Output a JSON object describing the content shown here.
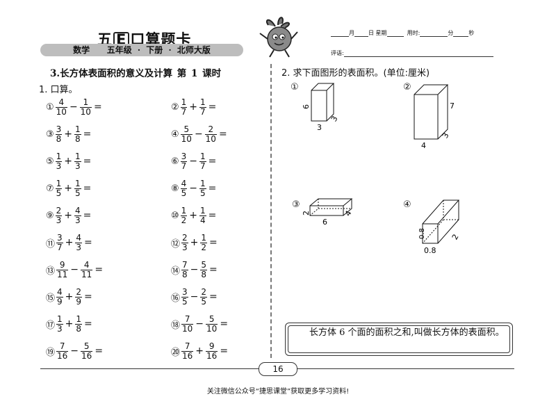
{
  "header": {
    "brand_a": "五",
    "brand_e": "E",
    "brand_b": "口算题卡",
    "subject": "数学",
    "grade": "五年级",
    "dot1": "·",
    "term": "下册",
    "dot2": "·",
    "edition": "北师大版",
    "month": "月",
    "day": "日",
    "weekday": "星期",
    "time_used": "用时:",
    "minute": "分",
    "second": "秒",
    "comment": "评语:"
  },
  "lesson_title": "3.长方体表面积的意义及计算  第 1 课时",
  "section1": {
    "title": "1. 口算。",
    "problems": [
      {
        "no": "①",
        "a": [
          "4",
          "10"
        ],
        "op": "−",
        "b": [
          "1",
          "10"
        ],
        "eq": "="
      },
      {
        "no": "②",
        "a": [
          "1",
          "7"
        ],
        "op": "+",
        "b": [
          "1",
          "7"
        ],
        "eq": "="
      },
      {
        "no": "③",
        "a": [
          "3",
          "8"
        ],
        "op": "+",
        "b": [
          "1",
          "8"
        ],
        "eq": "="
      },
      {
        "no": "④",
        "a": [
          "5",
          "10"
        ],
        "op": "−",
        "b": [
          "2",
          "10"
        ],
        "eq": "="
      },
      {
        "no": "⑤",
        "a": [
          "1",
          "3"
        ],
        "op": "+",
        "b": [
          "1",
          "3"
        ],
        "eq": "="
      },
      {
        "no": "⑥",
        "a": [
          "3",
          "7"
        ],
        "op": "−",
        "b": [
          "1",
          "7"
        ],
        "eq": "="
      },
      {
        "no": "⑦",
        "a": [
          "1",
          "5"
        ],
        "op": "+",
        "b": [
          "1",
          "5"
        ],
        "eq": "="
      },
      {
        "no": "⑧",
        "a": [
          "4",
          "5"
        ],
        "op": "−",
        "b": [
          "1",
          "5"
        ],
        "eq": "="
      },
      {
        "no": "⑨",
        "a": [
          "2",
          "3"
        ],
        "op": "+",
        "b": [
          "4",
          "3"
        ],
        "eq": "="
      },
      {
        "no": "⑩",
        "a": [
          "1",
          "2"
        ],
        "op": "+",
        "b": [
          "1",
          "4"
        ],
        "eq": "="
      },
      {
        "no": "⑪",
        "a": [
          "3",
          "7"
        ],
        "op": "+",
        "b": [
          "4",
          "3"
        ],
        "eq": "="
      },
      {
        "no": "⑫",
        "a": [
          "2",
          "3"
        ],
        "op": "+",
        "b": [
          "1",
          "2"
        ],
        "eq": "="
      },
      {
        "no": "⑬",
        "a": [
          "9",
          "11"
        ],
        "op": "−",
        "b": [
          "4",
          "11"
        ],
        "eq": "="
      },
      {
        "no": "⑭",
        "a": [
          "7",
          "8"
        ],
        "op": "−",
        "b": [
          "5",
          "8"
        ],
        "eq": "="
      },
      {
        "no": "⑮",
        "a": [
          "4",
          "9"
        ],
        "op": "+",
        "b": [
          "2",
          "9"
        ],
        "eq": "="
      },
      {
        "no": "⑯",
        "a": [
          "3",
          "5"
        ],
        "op": "−",
        "b": [
          "2",
          "5"
        ],
        "eq": "="
      },
      {
        "no": "⑰",
        "a": [
          "1",
          "3"
        ],
        "op": "+",
        "b": [
          "1",
          "8"
        ],
        "eq": "="
      },
      {
        "no": "⑱",
        "a": [
          "7",
          "10"
        ],
        "op": "−",
        "b": [
          "5",
          "10"
        ],
        "eq": "="
      },
      {
        "no": "⑲",
        "a": [
          "7",
          "16"
        ],
        "op": "−",
        "b": [
          "5",
          "16"
        ],
        "eq": "="
      },
      {
        "no": "⑳",
        "a": [
          "7",
          "16"
        ],
        "op": "+",
        "b": [
          "9",
          "16"
        ],
        "eq": "="
      }
    ]
  },
  "section2": {
    "title": "2. 求下面图形的表面积。(单位:厘米)",
    "figures": [
      {
        "no": "①",
        "length": "3",
        "width": "3",
        "height": "6"
      },
      {
        "no": "②",
        "length": "4",
        "width": "3",
        "height": "7"
      },
      {
        "no": "③",
        "length": "6",
        "width": "4",
        "height": "2"
      },
      {
        "no": "④",
        "length": "0.8",
        "width": "2",
        "height": "0.8"
      }
    ]
  },
  "note": "长方体 6 个面的面积之和,叫做长方体的表面积。",
  "page_number": "16",
  "footer": "关注微信公众号“捷思课堂”获取更多学习资料!"
}
